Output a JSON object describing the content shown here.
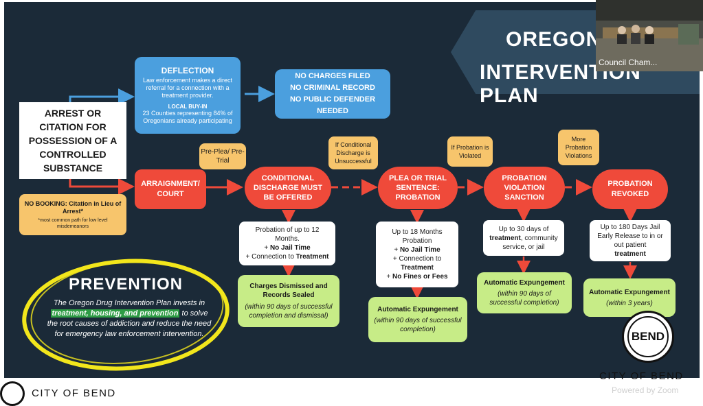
{
  "title": {
    "line1": "OREGON",
    "line2": "INTERVENTION PLAN"
  },
  "arrest": {
    "text": "ARREST OR CITATION FOR POSSESSION OF A CONTROLLED SUBSTANCE"
  },
  "deflection": {
    "title": "DEFLECTION",
    "body": "Law enforcement makes a direct referral for a connection with a treatment provider.",
    "buyin_title": "LOCAL BUY-IN",
    "buyin_body": "23 Counties representing 84% of Oregonians already participating"
  },
  "no_charges": {
    "line1": "NO CHARGES FILED",
    "line2": "NO CRIMINAL RECORD",
    "line3": "NO PUBLIC DEFENDER NEEDED"
  },
  "no_booking": {
    "title": "NO BOOKING: Citation in Lieu of Arrest*",
    "note": "*most common path for low level misdemeanors"
  },
  "tags": {
    "preplea": "Pre-Plea/ Pre-Trial",
    "cond_unsuccessful": "If Conditional Discharge is Unsuccessful",
    "probation_violated": "If Probation is Violated",
    "more_violations": "More Probation Violations"
  },
  "stages": {
    "arraignment": "ARRAIGNMENT/ COURT",
    "conditional": "CONDITIONAL DISCHARGE MUST BE OFFERED",
    "plea": "PLEA OR TRIAL SENTENCE: PROBATION",
    "violation": "PROBATION VIOLATION SANCTION",
    "revoked": "PROBATION REVOKED"
  },
  "details": {
    "conditional": {
      "line1": "Probation of up to 12 Months.",
      "line2_pre": "+ ",
      "line2_b": "No Jail Time",
      "line3_pre": "+ Connection to ",
      "line3_b": "Treatment"
    },
    "plea": {
      "line1": "Up to 18 Months Probation",
      "line2_pre": "+ ",
      "line2_b": "No Jail Time",
      "line3": "+ Connection to",
      "line4_b": "Treatment",
      "line5_pre": "+ ",
      "line5_b": "No Fines or Fees"
    },
    "violation": {
      "line1": "Up to 30 days of",
      "line2_b": "treatment",
      "line2_post": ", community service, or jail"
    },
    "revoked": {
      "line1": "Up to 180 Days Jail Early Release to in or out patient",
      "line2_b": "treatment"
    }
  },
  "outcomes": {
    "conditional": {
      "title": "Charges Dismissed and Records Sealed",
      "note": "(within 90 days of successful completion and dismissal)"
    },
    "plea": {
      "title": "Automatic Expungement",
      "note": "(within 90 days of successful completion)"
    },
    "violation": {
      "title": "Automatic Expungement",
      "note": "(within 90 days of successful completion)"
    },
    "revoked": {
      "title": "Automatic Expungement",
      "note": "(within 3 years)"
    }
  },
  "prevention": {
    "title": "PREVENTION",
    "text_pre": "The Oregon Drug Intervention Plan invests in",
    "highlight": "treatment, housing, and prevention",
    "text_post": "to solve the root causes of addiction and reduce the need for emergency law enforcement intervention."
  },
  "zoom": {
    "label": "Council Cham...",
    "powered": "Powered by Zoom"
  },
  "footer": {
    "city_right": "CITY OF BEND",
    "city_left": "CITY OF BEND",
    "seal_text": "BEND"
  }
}
